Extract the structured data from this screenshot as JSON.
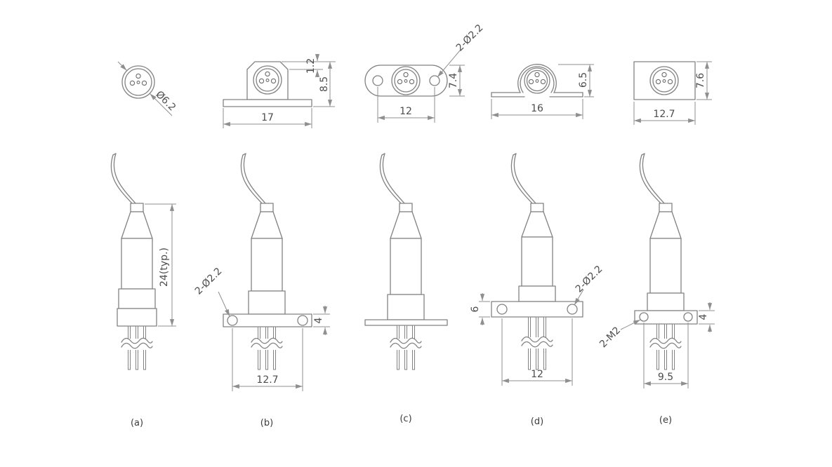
{
  "drawing": {
    "background": "#ffffff",
    "line_color": "#828282",
    "text_color": "#4d4d4d",
    "variants": [
      {
        "id": "a",
        "caption": "(a)",
        "top_view": {
          "diameter": "Ø6.2"
        },
        "side_view": {
          "overall_height": "24(typ.)"
        }
      },
      {
        "id": "b",
        "caption": "(b)",
        "top_view": {
          "width": "17",
          "step_height": "1.2",
          "overall_height": "8.5"
        },
        "side_view": {
          "holes": "2-Ø2.2",
          "flange_thickness": "4",
          "hole_spacing": "12.7"
        }
      },
      {
        "id": "c",
        "caption": "(c)",
        "top_view": {
          "holes": "2-Ø2.2",
          "hole_spacing": "12",
          "height": "7.4"
        },
        "side_view": {}
      },
      {
        "id": "d",
        "caption": "(d)",
        "top_view": {
          "width": "16",
          "height": "6.5"
        },
        "side_view": {
          "flange_thickness": "6",
          "holes": "2-Ø2.2",
          "hole_spacing": "12"
        }
      },
      {
        "id": "e",
        "caption": "(e)",
        "top_view": {
          "width": "12.7",
          "height": "7.6"
        },
        "side_view": {
          "holes": "2-M2",
          "flange_thickness": "4",
          "hole_spacing": "9.5"
        }
      }
    ]
  }
}
